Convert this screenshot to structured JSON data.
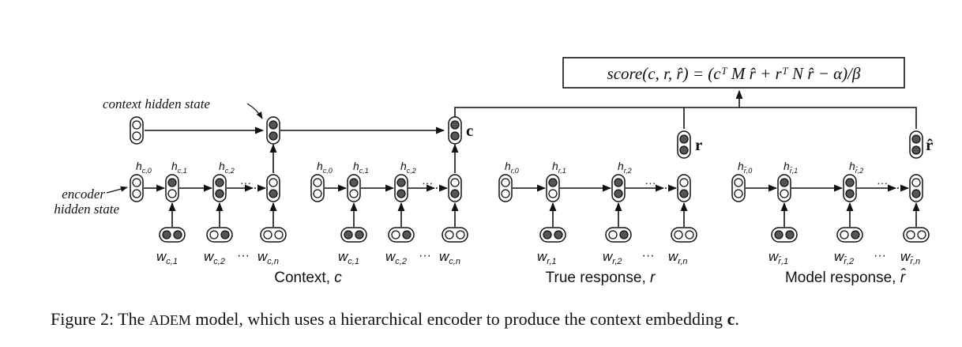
{
  "score_formula": "score(c, r, r̂) = (cᵀ M r̂ + rᵀ N r̂ − α)/β",
  "context_hidden_state_label": "context hidden state",
  "encoder_hidden_state_label": [
    "encoder",
    "hidden state"
  ],
  "context_embedding_label": "c",
  "response_embedding_label": "r",
  "model_response_embedding_label": "r̂",
  "dots": "···",
  "figure_caption": {
    "prefix": "Figure 2:  The ",
    "name": "ADEM",
    "middle": " model, which uses a hierarchical encoder to produce the context embedding ",
    "bold": "c",
    "end": "."
  },
  "groups": [
    {
      "hidden_labels": [
        "h",
        "c,0",
        "h",
        "c,1",
        "h",
        "c,2"
      ],
      "words": [
        [
          "w",
          "c,1"
        ],
        [
          "w",
          "c,2"
        ],
        [
          "w",
          "c,n"
        ]
      ],
      "caption": [
        "Context, ",
        "c"
      ]
    },
    {
      "hidden_labels": [
        "h",
        "c,0",
        "h",
        "c,1",
        "h",
        "c,2"
      ],
      "words": [
        [
          "w",
          "c,1"
        ],
        [
          "w",
          "c,2"
        ],
        [
          "w",
          "c,n"
        ]
      ],
      "caption": null
    },
    {
      "hidden_labels": [
        "h",
        "r,0",
        "h",
        "r,1",
        "h",
        "r,2"
      ],
      "words": [
        [
          "w",
          "r,1"
        ],
        [
          "w",
          "r,2"
        ],
        [
          "w",
          "r,n"
        ]
      ],
      "caption": [
        "True response, ",
        "r"
      ]
    },
    {
      "hidden_labels": [
        "h",
        "r̂,0",
        "h",
        "r̂,1",
        "h",
        "r̂,2"
      ],
      "words": [
        [
          "w",
          "r̂,1"
        ],
        [
          "w",
          "r̂,2"
        ],
        [
          "w",
          "r̂,n"
        ]
      ],
      "caption": [
        "Model response, ",
        "r̂"
      ]
    }
  ]
}
